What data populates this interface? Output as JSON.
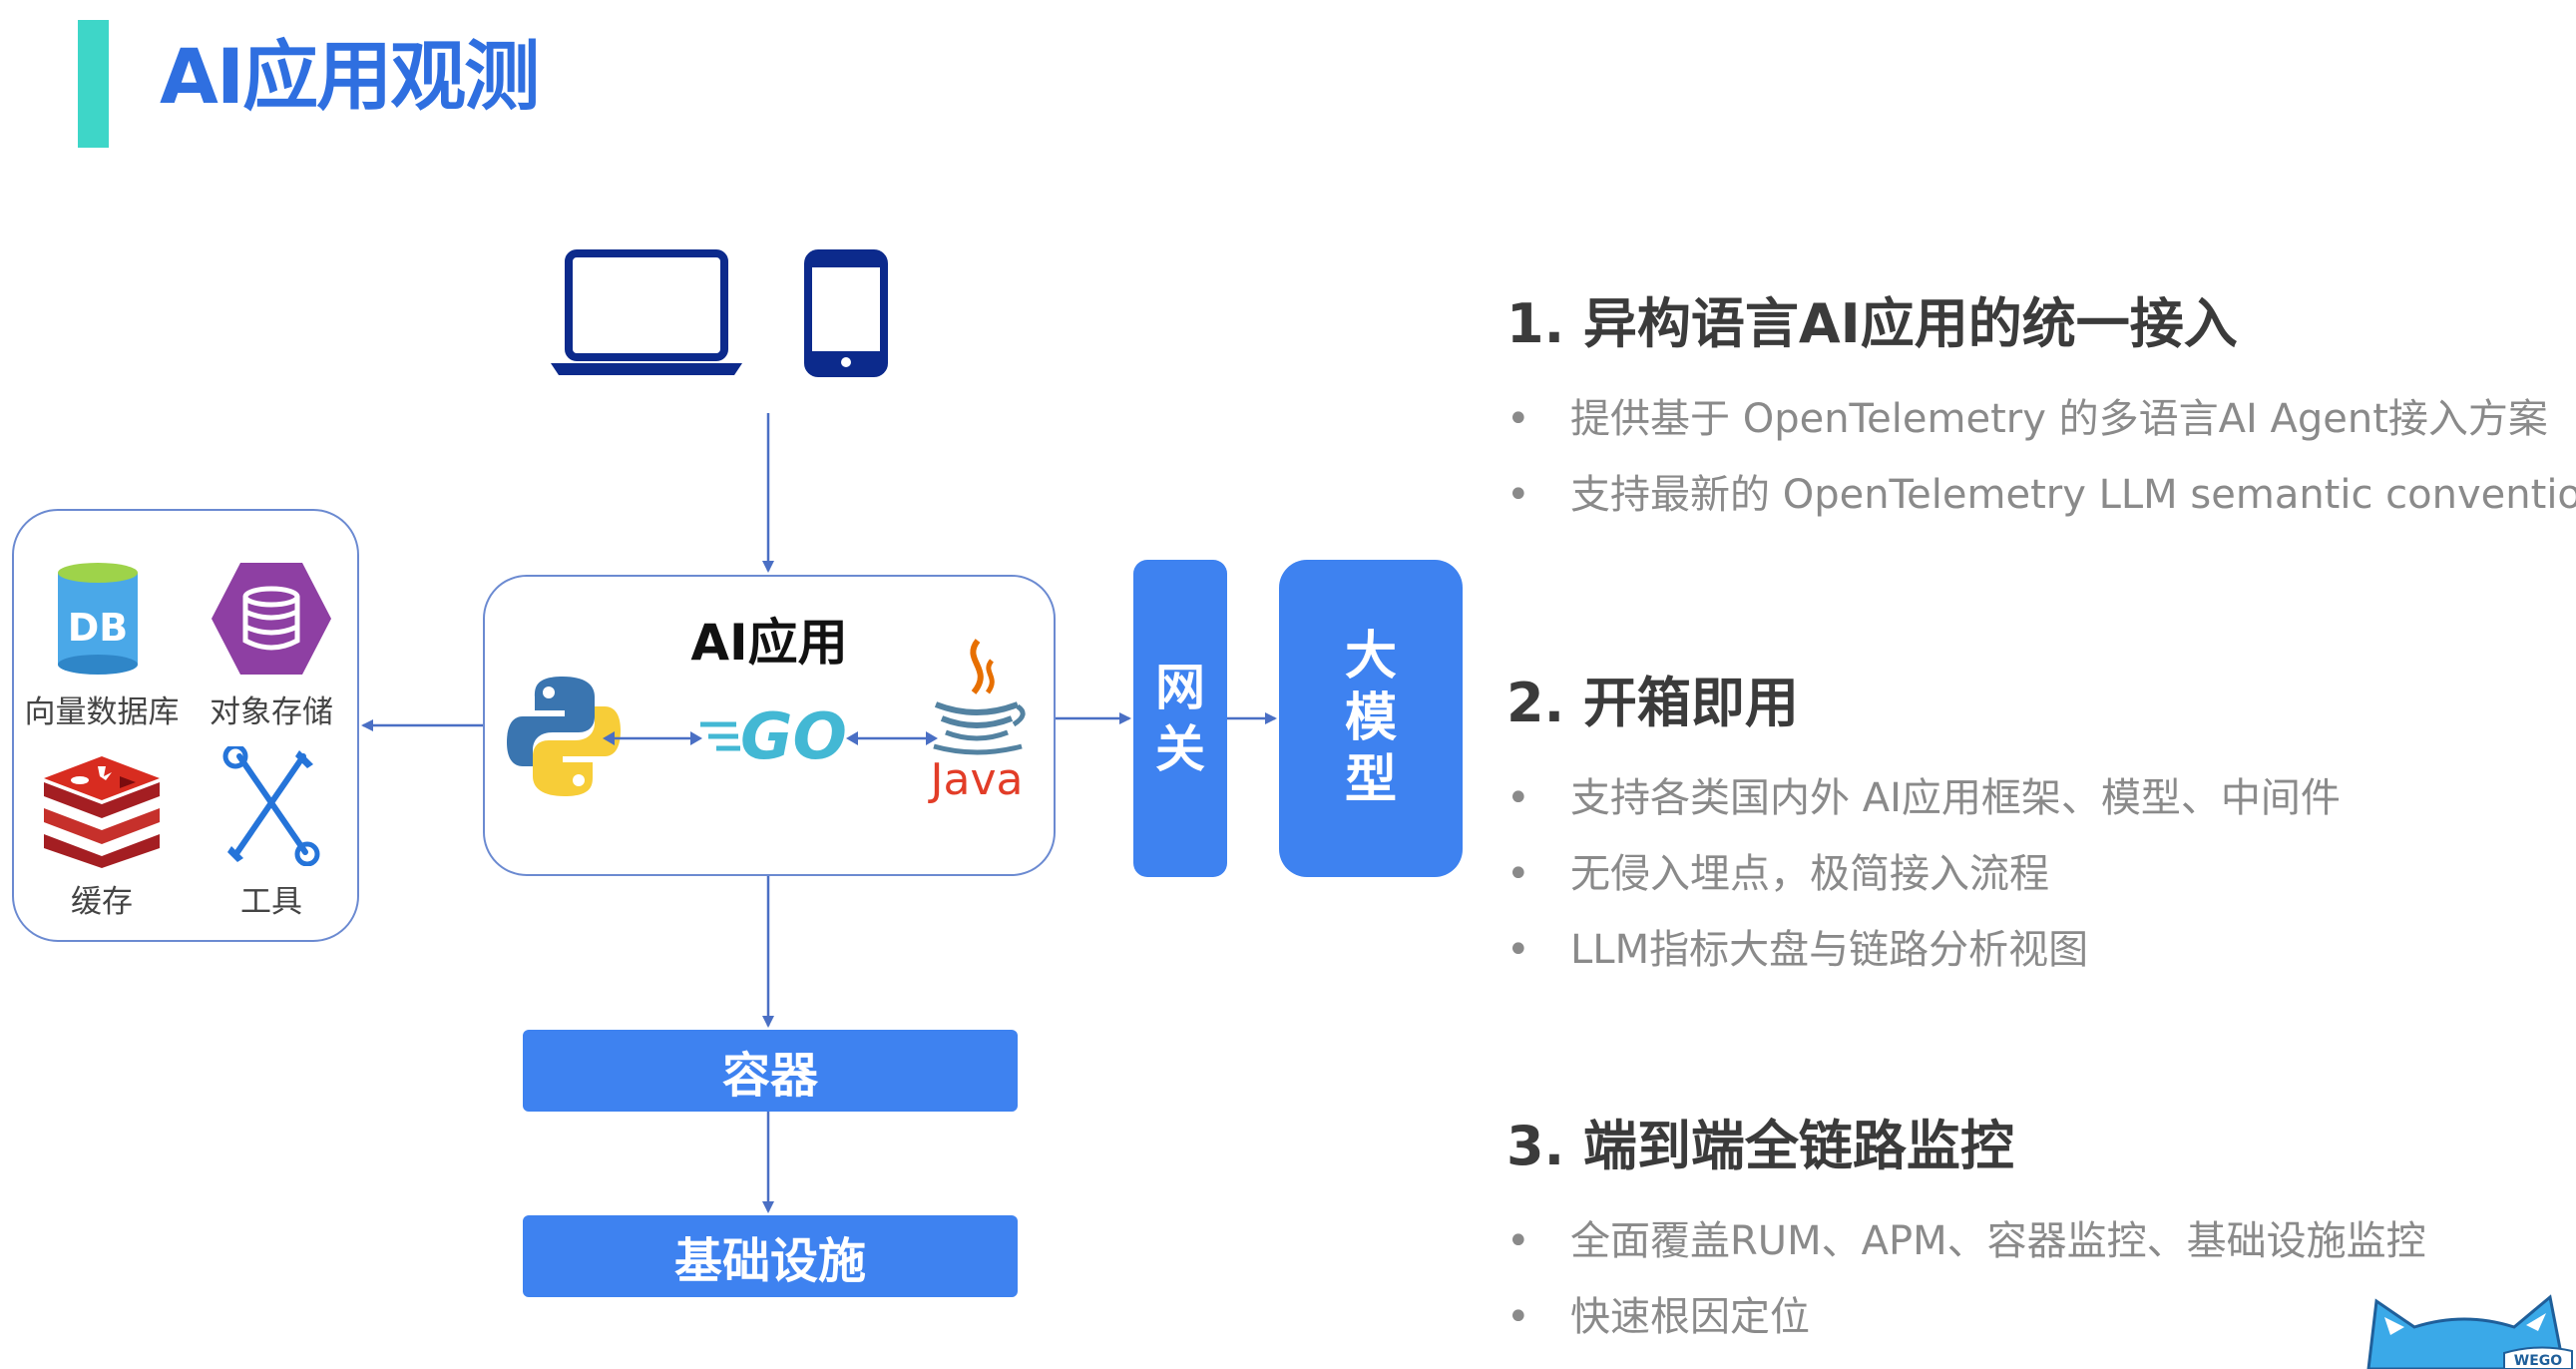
{
  "header": {
    "title": "AI应用观测"
  },
  "diagram": {
    "clients": [
      "laptop-icon",
      "phone-icon"
    ],
    "app_box": {
      "title": "AI应用",
      "languages": [
        "python-icon",
        "go-icon",
        "java-icon"
      ],
      "java_label": "Java",
      "go_label": "GO"
    },
    "storage": [
      {
        "label": "向量数据库",
        "icon": "vector-db-icon",
        "badge": "DB"
      },
      {
        "label": "对象存储",
        "icon": "object-storage-icon"
      },
      {
        "label": "缓存",
        "icon": "redis-cache-icon"
      },
      {
        "label": "工具",
        "icon": "tools-icon"
      }
    ],
    "gateway": {
      "chars": [
        "网",
        "关"
      ]
    },
    "llm": {
      "chars": [
        "大",
        "模",
        "型"
      ]
    },
    "container": "容器",
    "infrastructure": "基础设施",
    "colors": {
      "accent": "#3e82f0",
      "title": "#2f6fe0",
      "title_bar": "#3ed6c8",
      "box_border": "#6b8ad1"
    }
  },
  "features": [
    {
      "title": "1. 异构语言AI应用的统一接入",
      "items": [
        "提供基于 OpenTelemetry 的多语言AI Agent接入方案",
        "支持最新的 OpenTelemetry LLM semantic convention"
      ]
    },
    {
      "title": "2. 开箱即用",
      "items": [
        "支持各类国内外 AI应用框架、模型、中间件",
        "无侵入埋点，极简接入流程",
        "LLM指标大盘与链路分析视图"
      ]
    },
    {
      "title": "3. 端到端全链路监控",
      "items": [
        "全面覆盖RUM、APM、容器监控、基础设施监控",
        "快速根因定位"
      ]
    }
  ],
  "mascot": {
    "text": "WEGO"
  }
}
